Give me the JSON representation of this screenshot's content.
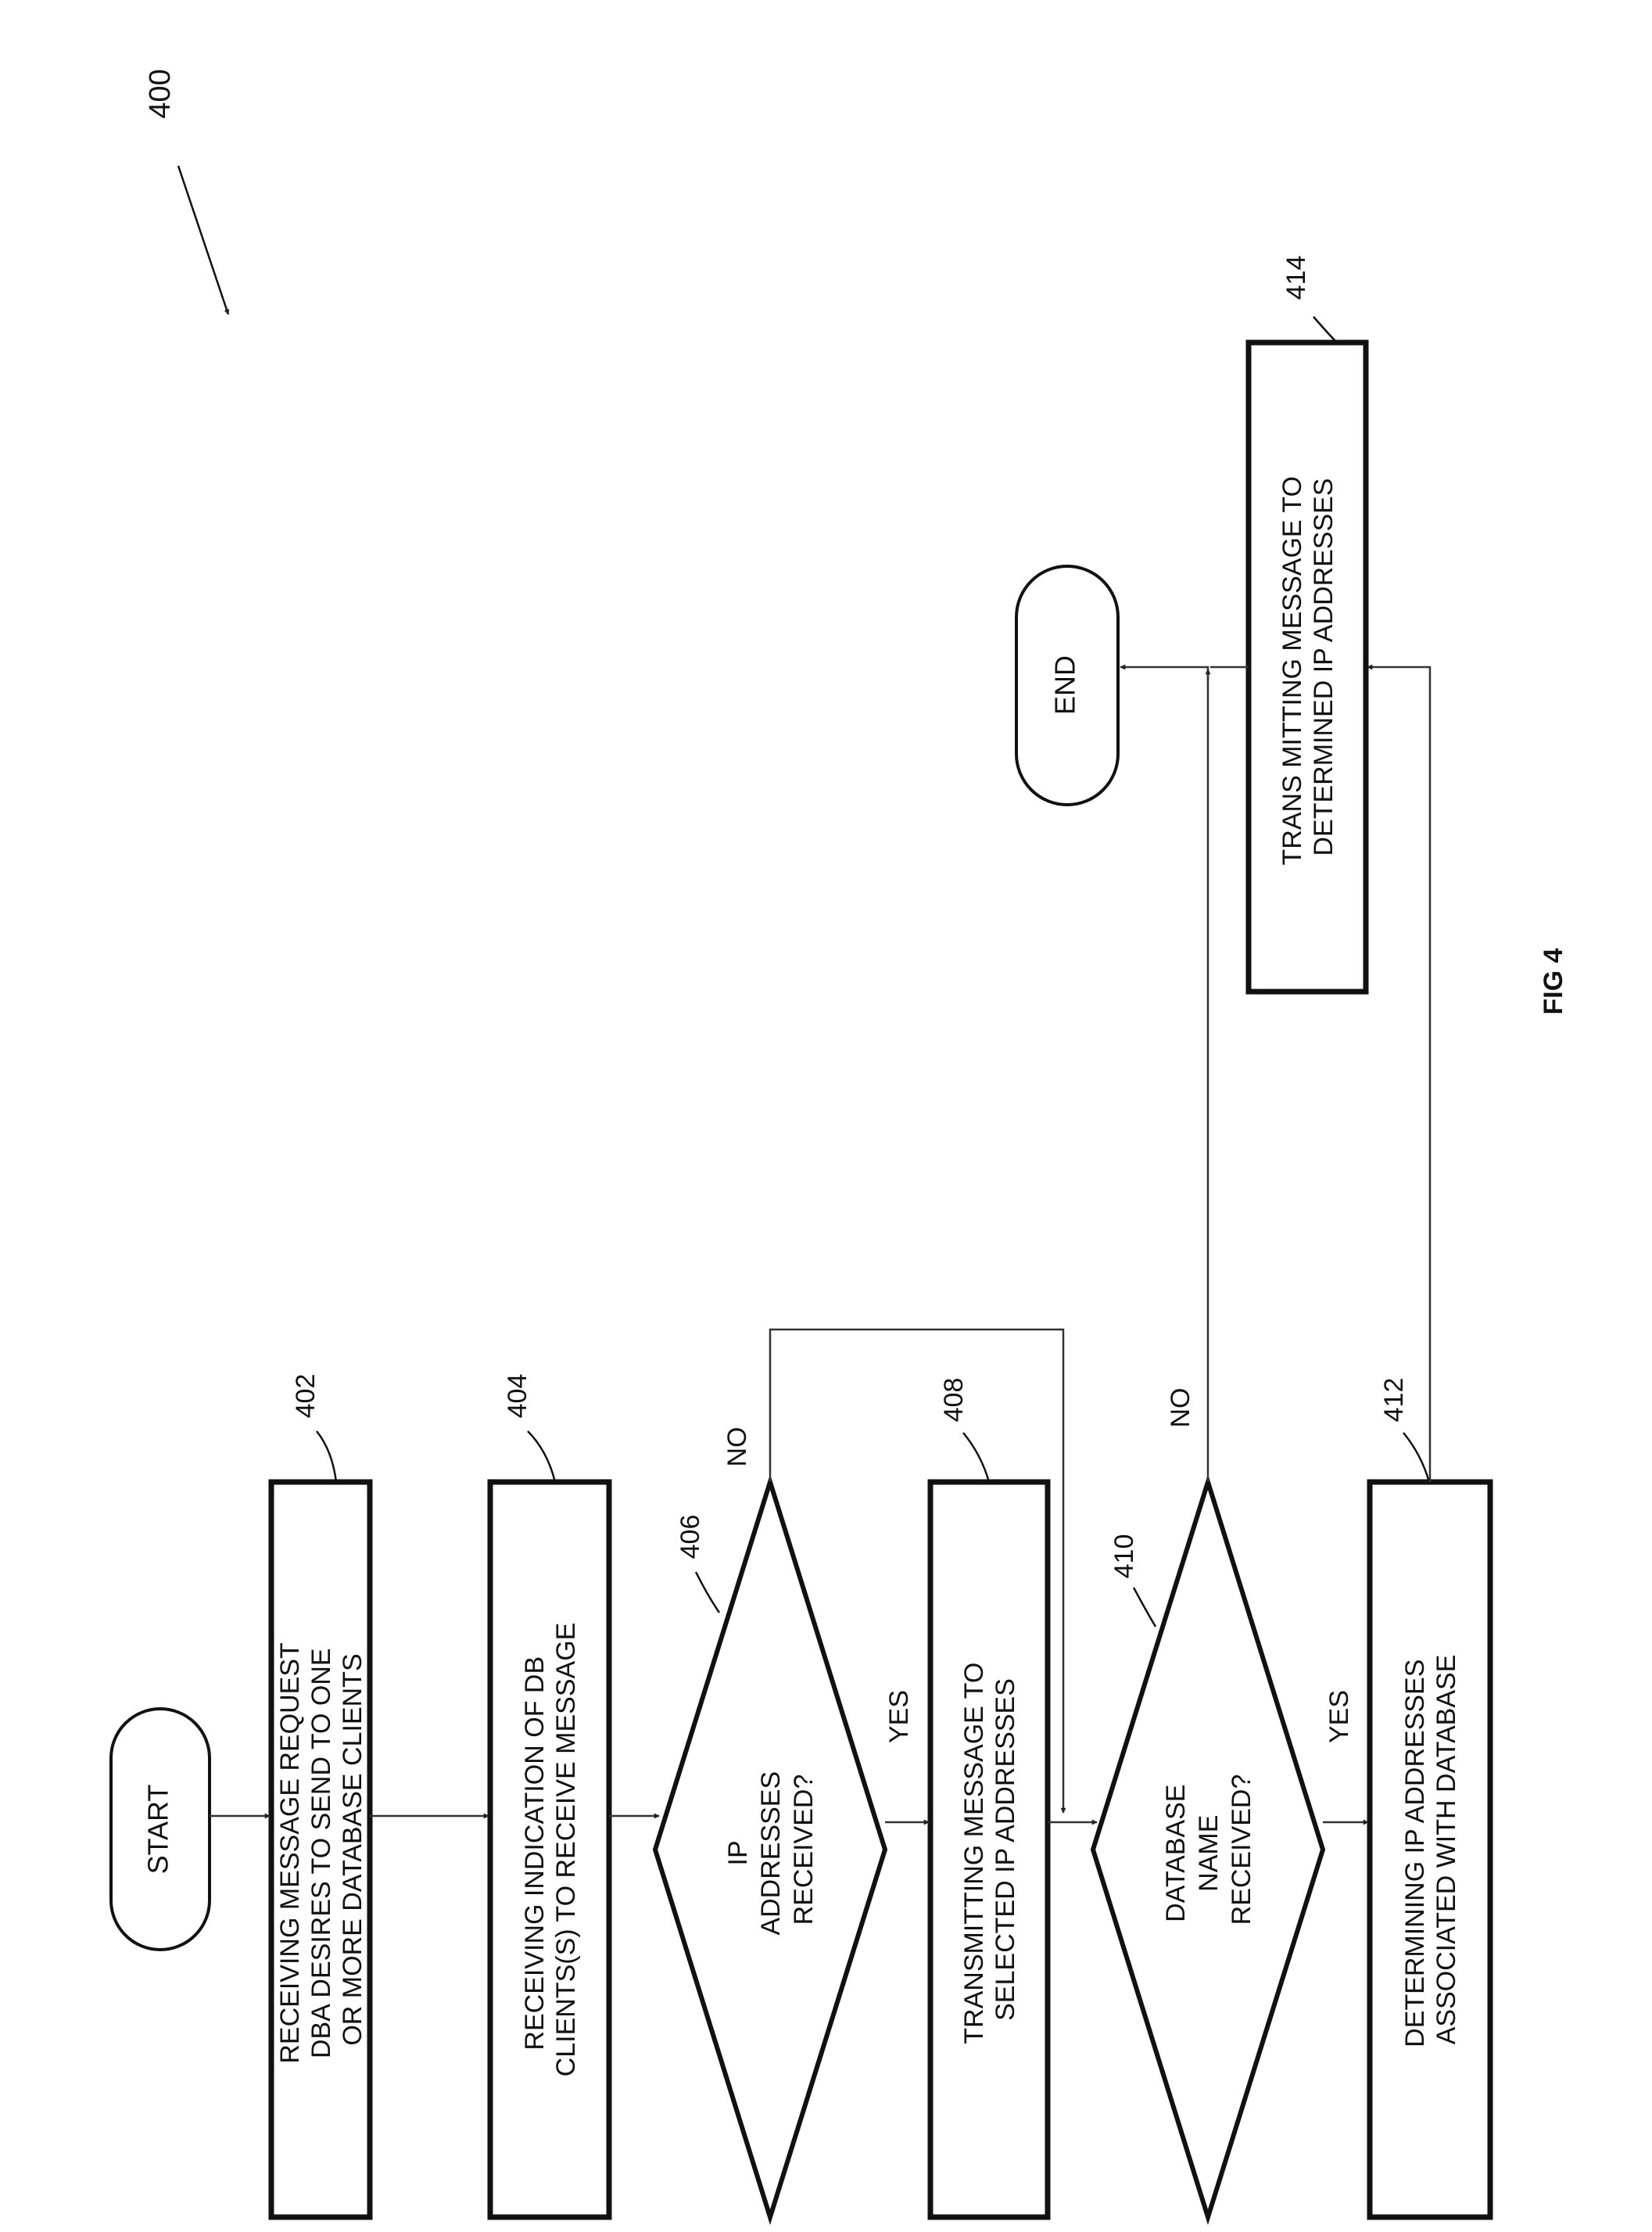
{
  "figure": {
    "number": "400",
    "caption": "FIG 4"
  },
  "terminals": {
    "start": "START",
    "end": "END"
  },
  "steps": {
    "s402": {
      "ref": "402",
      "lines": [
        "RECEIVING MESSAGE REQUEST",
        "DBA DESIRES TO SEND TO ONE",
        "OR MORE DATABASE CLIENTS"
      ]
    },
    "s404": {
      "ref": "404",
      "lines": [
        "RECEIVING INDICATION OF DB",
        "CLIENTS(S) TO RECEIVE MESSAGE"
      ]
    },
    "s408": {
      "ref": "408",
      "lines": [
        "TRANSMITTING MESSAGE TO",
        "SELECTED IP ADDRESSES"
      ]
    },
    "s412": {
      "ref": "412",
      "lines": [
        "DETERMINING IP ADDRESSES",
        "ASSOCIATED WITH DATABASE"
      ]
    },
    "s414": {
      "ref": "414",
      "lines": [
        "TRANS MITTING MESSAGE TO",
        "DETERMINED IP ADDRESSES"
      ]
    }
  },
  "decisions": {
    "d406": {
      "ref": "406",
      "lines": [
        "IP",
        "ADDRESSES",
        "RECEIVED?"
      ],
      "yes": "YES",
      "no": "NO"
    },
    "d410": {
      "ref": "410",
      "lines": [
        "DATABASE",
        "NAME",
        "RECEIVED?"
      ],
      "yes": "YES",
      "no": "NO"
    }
  }
}
